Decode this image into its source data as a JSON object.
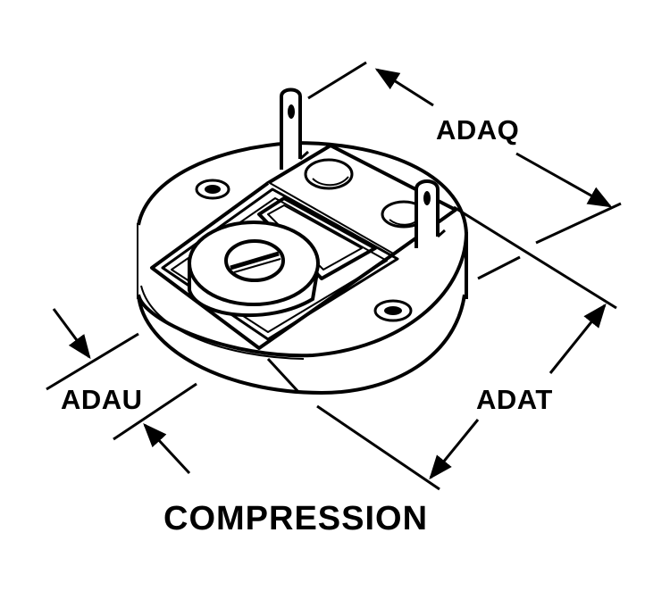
{
  "labels": {
    "adaq": "ADAQ",
    "adat": "ADAT",
    "adau": "ADAU",
    "caption": "COMPRESSION"
  },
  "colors": {
    "ink": "#000000",
    "paper": "#ffffff"
  }
}
